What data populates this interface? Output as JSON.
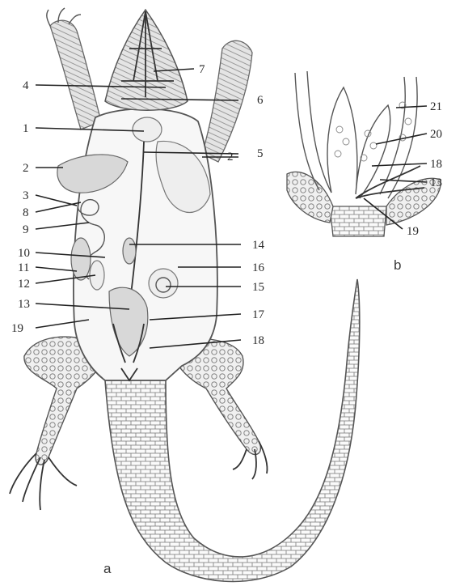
{
  "figure": {
    "panel_a": "a",
    "panel_b": "b"
  },
  "labels_a": [
    "1",
    "2",
    "3",
    "8",
    "9",
    "10",
    "11",
    "12",
    "13",
    "19",
    "4",
    "7",
    "6",
    "5",
    "2",
    "14",
    "16",
    "15",
    "17",
    "18"
  ],
  "labels_b": [
    "21",
    "20",
    "18",
    "13",
    "19"
  ]
}
